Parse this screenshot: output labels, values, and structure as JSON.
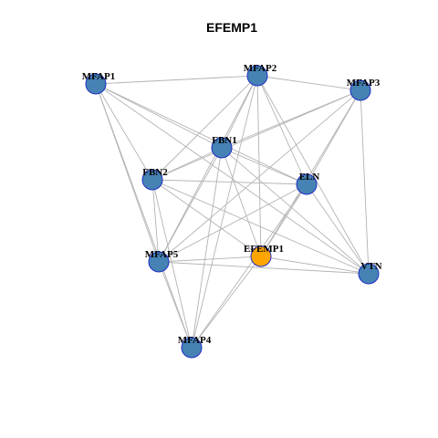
{
  "title": "EFEMP1",
  "colors": {
    "background": "#ffffff",
    "node_default": "#4682b4",
    "node_highlight": "#ffa500",
    "node_border": "#1f2fc4",
    "edge": "#b3b3b3"
  },
  "nodes": [
    {
      "id": "MFAP1",
      "label": "MFAP1",
      "highlight": false
    },
    {
      "id": "MFAP2",
      "label": "MFAP2",
      "highlight": false
    },
    {
      "id": "MFAP3",
      "label": "MFAP3",
      "highlight": false
    },
    {
      "id": "FBN1",
      "label": "FBN1",
      "highlight": false
    },
    {
      "id": "FBN2",
      "label": "FBN2",
      "highlight": false
    },
    {
      "id": "ELN",
      "label": "ELN",
      "highlight": false
    },
    {
      "id": "EFEMP1",
      "label": "EFEMP1",
      "highlight": true
    },
    {
      "id": "MFAP5",
      "label": "MFAP5",
      "highlight": false
    },
    {
      "id": "VTN",
      "label": "VTN",
      "highlight": false
    },
    {
      "id": "MFAP4",
      "label": "MFAP4",
      "highlight": false
    }
  ],
  "edges": [
    [
      "MFAP1",
      "MFAP2"
    ],
    [
      "MFAP1",
      "FBN1"
    ],
    [
      "MFAP1",
      "FBN2"
    ],
    [
      "MFAP1",
      "ELN"
    ],
    [
      "MFAP1",
      "MFAP5"
    ],
    [
      "MFAP1",
      "MFAP4"
    ],
    [
      "MFAP1",
      "VTN"
    ],
    [
      "MFAP2",
      "MFAP3"
    ],
    [
      "MFAP2",
      "FBN1"
    ],
    [
      "MFAP2",
      "FBN2"
    ],
    [
      "MFAP2",
      "ELN"
    ],
    [
      "MFAP2",
      "EFEMP1"
    ],
    [
      "MFAP2",
      "MFAP5"
    ],
    [
      "MFAP2",
      "MFAP4"
    ],
    [
      "MFAP2",
      "VTN"
    ],
    [
      "MFAP3",
      "FBN1"
    ],
    [
      "MFAP3",
      "FBN2"
    ],
    [
      "MFAP3",
      "ELN"
    ],
    [
      "MFAP3",
      "EFEMP1"
    ],
    [
      "MFAP3",
      "VTN"
    ],
    [
      "MFAP3",
      "MFAP5"
    ],
    [
      "FBN1",
      "FBN2"
    ],
    [
      "FBN1",
      "ELN"
    ],
    [
      "FBN1",
      "EFEMP1"
    ],
    [
      "FBN1",
      "MFAP5"
    ],
    [
      "FBN1",
      "MFAP4"
    ],
    [
      "FBN1",
      "VTN"
    ],
    [
      "FBN2",
      "ELN"
    ],
    [
      "FBN2",
      "MFAP5"
    ],
    [
      "FBN2",
      "MFAP4"
    ],
    [
      "FBN2",
      "EFEMP1"
    ],
    [
      "FBN2",
      "VTN"
    ],
    [
      "ELN",
      "EFEMP1"
    ],
    [
      "ELN",
      "MFAP5"
    ],
    [
      "ELN",
      "VTN"
    ],
    [
      "ELN",
      "MFAP4"
    ],
    [
      "EFEMP1",
      "MFAP5"
    ],
    [
      "EFEMP1",
      "VTN"
    ],
    [
      "EFEMP1",
      "MFAP4"
    ],
    [
      "MFAP5",
      "VTN"
    ],
    [
      "MFAP5",
      "MFAP4"
    ]
  ]
}
